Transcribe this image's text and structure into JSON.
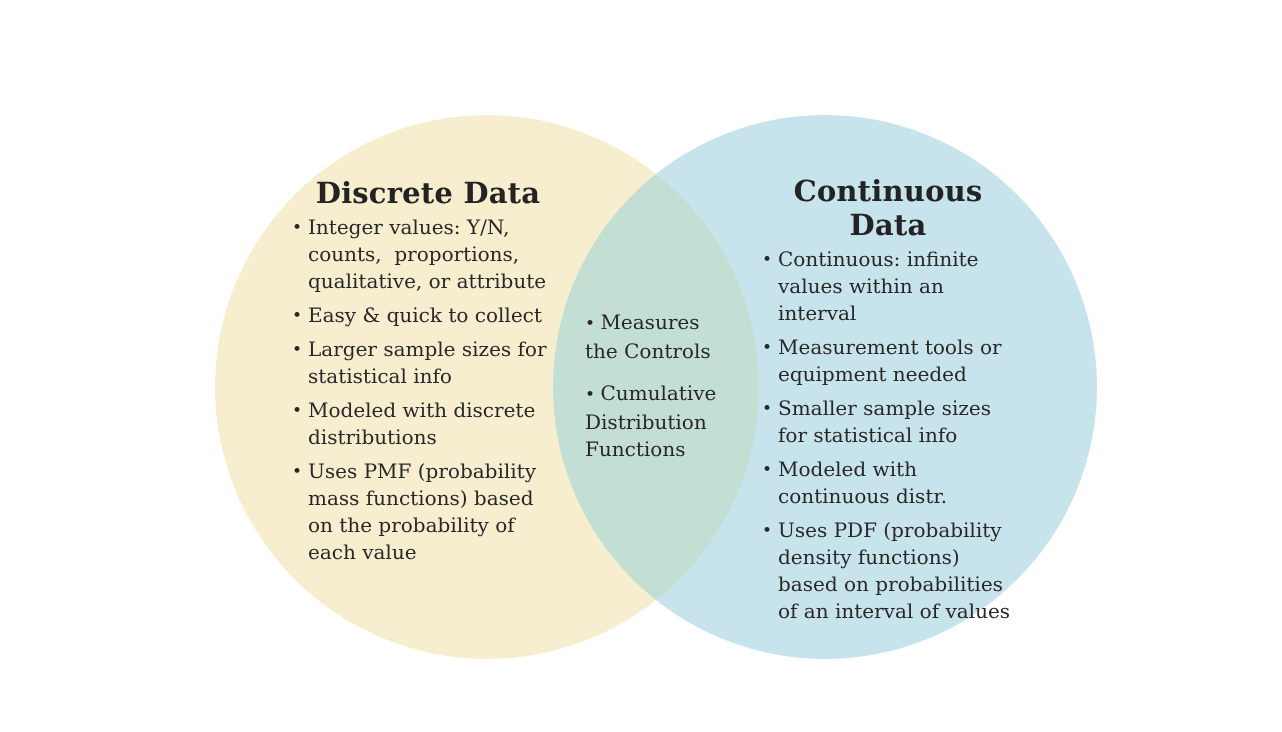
{
  "diagram": {
    "type": "venn-two-circle",
    "colors": {
      "left_circle": "#F7EECF",
      "right_circle": "#C7E4EC",
      "overlap": "#C3DED2",
      "text": "#272727",
      "background": "#FFFFFF"
    },
    "left": {
      "title": "Discrete Data",
      "items": [
        "Integer values: Y/N,\ncounts,  proportions,\nqualitative, or attribute",
        "Easy & quick to collect",
        "Larger sample sizes for\nstatistical info",
        "Modeled with discrete\ndistributions",
        "Uses PMF (probability\nmass functions) based\non the probability of\neach value"
      ]
    },
    "overlap": {
      "items": [
        "Measures\nthe Controls",
        "Cumulative\nDistribution\nFunctions"
      ]
    },
    "right": {
      "title": "Continuous Data",
      "items": [
        "Continuous: infinite\nvalues within an\ninterval",
        "Measurement tools or\nequipment needed",
        "Smaller sample sizes\nfor statistical info",
        "Modeled with\ncontinuous distr.",
        "Uses PDF (probability\ndensity functions)\nbased on probabilities\nof an interval of values"
      ]
    }
  }
}
